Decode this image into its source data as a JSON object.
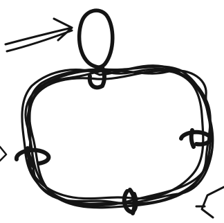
{
  "drawing": {
    "ink_color": "#141414",
    "paper_color": "#ffffff",
    "elements": [
      "pointer-arrow",
      "hanging-loop",
      "tangled-wire-ring",
      "wrap-clip-top",
      "wrap-clip-left",
      "wrap-clip-right",
      "wrap-clip-bottom",
      "partial-arrow-left",
      "partial-shape-bottom-right"
    ]
  }
}
